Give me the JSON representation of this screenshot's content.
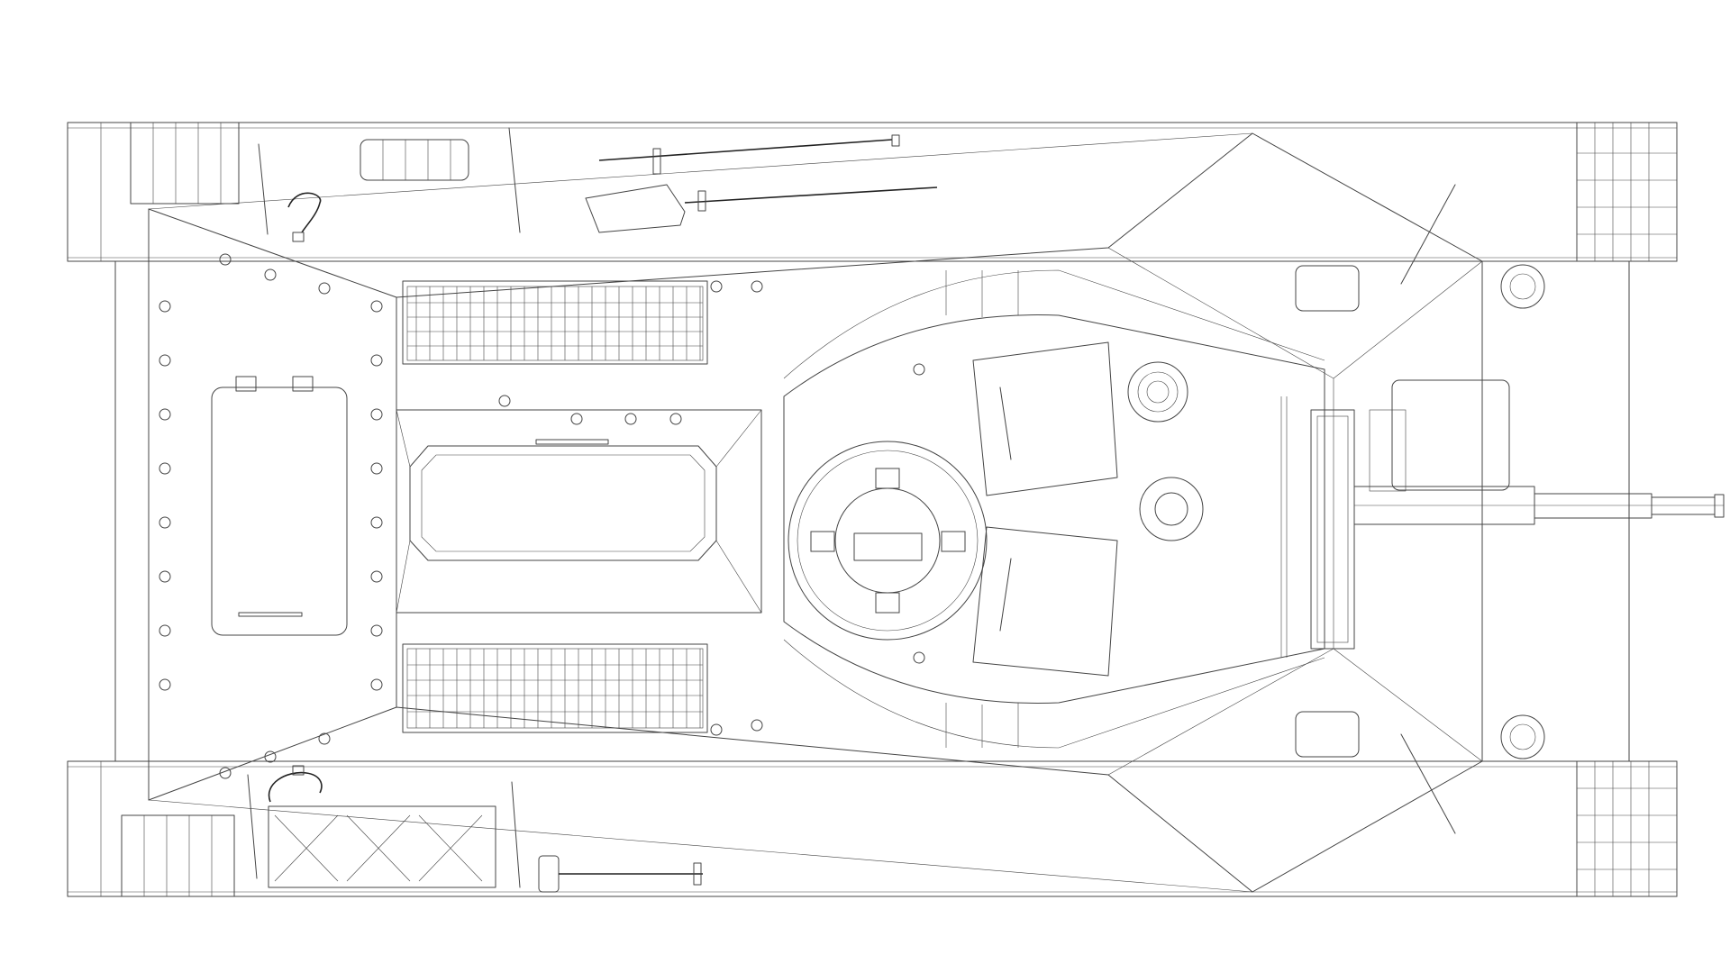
{
  "drawing": {
    "subject": "tank-top-view-wireframe",
    "background_color": "#ffffff",
    "line_color": "#444444",
    "parts": [
      "hull",
      "left-track",
      "right-track",
      "engine-deck",
      "turret",
      "gun-barrel",
      "commander-cupola",
      "hatches",
      "periscopes",
      "headlights",
      "tools",
      "spare-track-links",
      "tow-cable",
      "grilles",
      "bolts"
    ]
  }
}
